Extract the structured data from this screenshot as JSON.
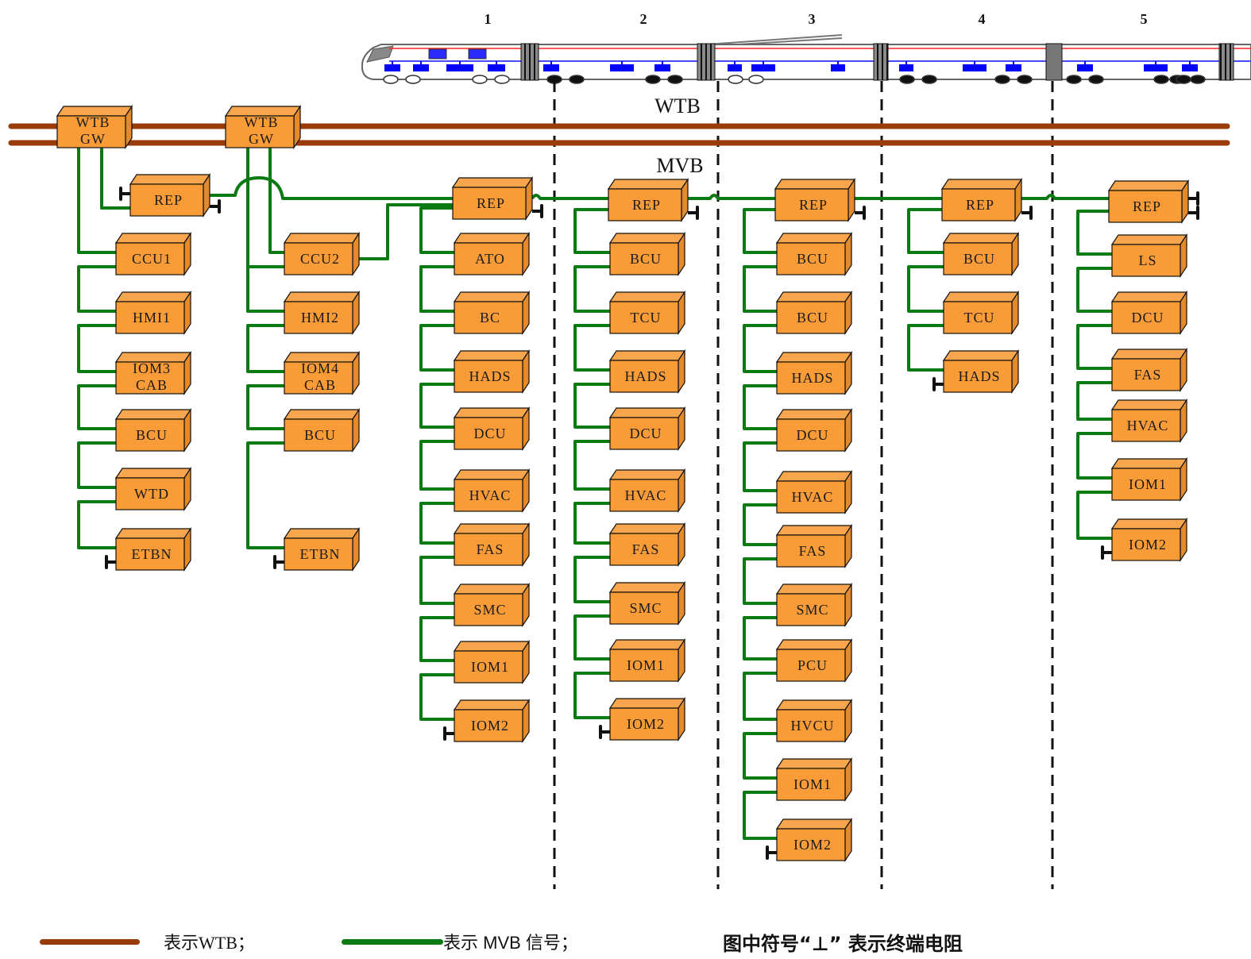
{
  "colors": {
    "wtb": "#9a3b0a",
    "mvb": "#0b7a12",
    "device_fill": "#f99c38",
    "device_top": "#f8a64e",
    "device_side": "#e48a2a",
    "terminator": "#111111",
    "divider": "#111111",
    "train_blue": "#0000ff",
    "train_red": "#ff2020"
  },
  "train": {
    "car_numbers": [
      "1",
      "2",
      "3",
      "4",
      "5"
    ]
  },
  "bus_labels": {
    "wtb": "WTB",
    "mvb": "MVB"
  },
  "gateways": [
    {
      "id": "gw1",
      "line1": "WTB",
      "line2": "GW"
    },
    {
      "id": "gw2",
      "line1": "WTB",
      "line2": "GW"
    }
  ],
  "columns": [
    {
      "id": "col-cab1",
      "repeater": {
        "label": "REP",
        "terminators": 2
      },
      "devices": [
        "CCU1",
        "HMI1",
        "IOM3\nCAB",
        "BCU",
        "WTD",
        "ETBN"
      ]
    },
    {
      "id": "col-cab2",
      "repeater": null,
      "devices": [
        "CCU2",
        "HMI2",
        "IOM4\nCAB",
        "BCU",
        "ETBN"
      ]
    },
    {
      "id": "col-car1",
      "car": "1",
      "repeater": {
        "label": "REP",
        "terminators": 1
      },
      "devices": [
        "ATO",
        "BC",
        "HADS",
        "DCU",
        "HVAC",
        "FAS",
        "SMC",
        "IOM1",
        "IOM2"
      ]
    },
    {
      "id": "col-car2",
      "car": "2",
      "repeater": {
        "label": "REP",
        "terminators": 1
      },
      "devices": [
        "BCU",
        "TCU",
        "HADS",
        "DCU",
        "HVAC",
        "FAS",
        "SMC",
        "IOM1",
        "IOM2"
      ]
    },
    {
      "id": "col-car3",
      "car": "3",
      "repeater": {
        "label": "REP",
        "terminators": 1
      },
      "devices": [
        "BCU",
        "BCU",
        "HADS",
        "DCU",
        "HVAC",
        "FAS",
        "SMC",
        "PCU",
        "HVCU",
        "IOM1",
        "IOM2"
      ]
    },
    {
      "id": "col-car4",
      "car": "4",
      "repeater": {
        "label": "REP",
        "terminators": 1
      },
      "devices": [
        "BCU",
        "TCU",
        "HADS"
      ]
    },
    {
      "id": "col-car5",
      "car": "5",
      "repeater": {
        "label": "REP",
        "terminators": 2
      },
      "devices": [
        "LS",
        "DCU",
        "FAS",
        "HVAC",
        "IOM1",
        "IOM2"
      ]
    }
  ],
  "legend": {
    "wtb_text": "表示WTB；",
    "mvb_text": "表示 MVB 信号；",
    "terminator_note": "图中符号“⊥”  表示终端电阻"
  }
}
